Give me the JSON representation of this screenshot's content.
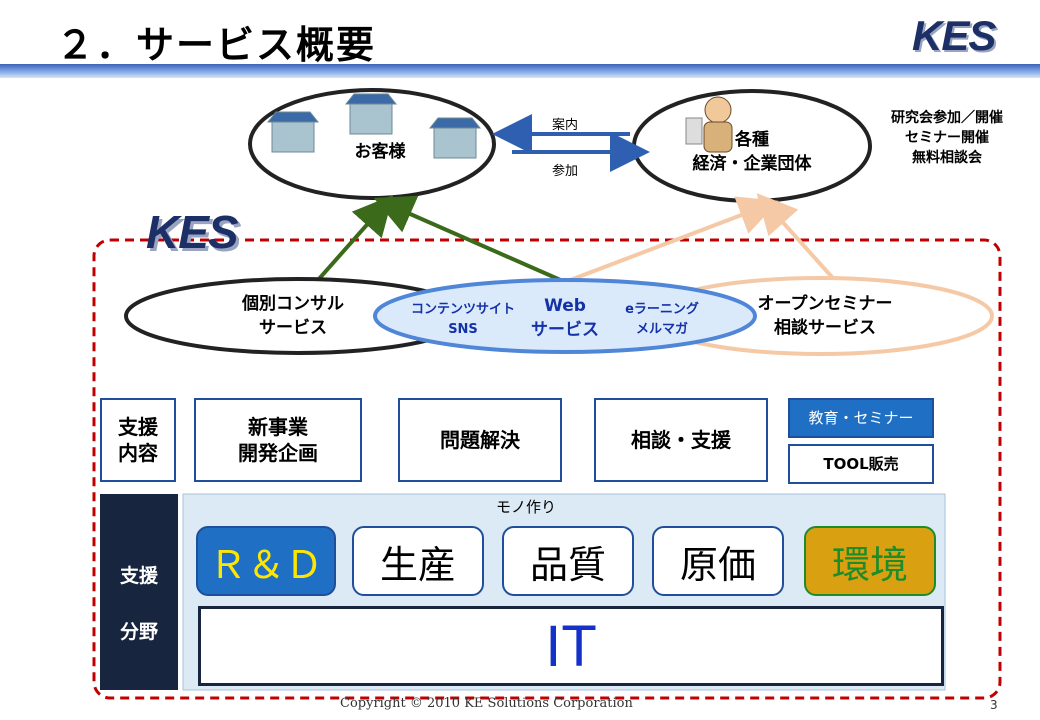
{
  "title": "２．サービス概要",
  "logo": "KES",
  "customers": "お客様",
  "organizations": [
    "各種",
    "経済・企業団体"
  ],
  "arrow_labels": {
    "guide": "案内",
    "join": "参加"
  },
  "org_activities": [
    "研究会参加／開催",
    "セミナー開催",
    "無料相談会"
  ],
  "services": {
    "consult": [
      "個別コンサル",
      "サービス"
    ],
    "web": {
      "left": [
        "コンテンツサイト",
        "SNS"
      ],
      "center": [
        "Web",
        "サービス"
      ],
      "right": [
        "eラーニング",
        "メルマガ"
      ]
    },
    "seminar": [
      "オープンセミナー",
      "相談サービス"
    ]
  },
  "support_content": {
    "label": [
      "支援",
      "内容"
    ],
    "items": [
      [
        "新事業",
        "開発企画"
      ],
      [
        "問題解決"
      ],
      [
        "相談・支援"
      ]
    ],
    "education": "教育・セミナー",
    "tool": "TOOL販売"
  },
  "support_field": {
    "label": [
      "支援",
      "分野"
    ],
    "manufacturing": "モノ作り",
    "fields": [
      "Ｒ＆Ｄ",
      "生産",
      "品質",
      "原価",
      "環境"
    ],
    "it": "IT"
  },
  "footer": "Copyright © 2010 KE Solutions Corporation",
  "page_number": "3",
  "colors": {
    "brand": "#1c2f66",
    "accent_blue": "#1f4e9a",
    "dashed_border": "#c00000",
    "green_arrow": "#3a6a1a",
    "peach": "#f5c9a6",
    "env_gold": "#d9a011"
  }
}
